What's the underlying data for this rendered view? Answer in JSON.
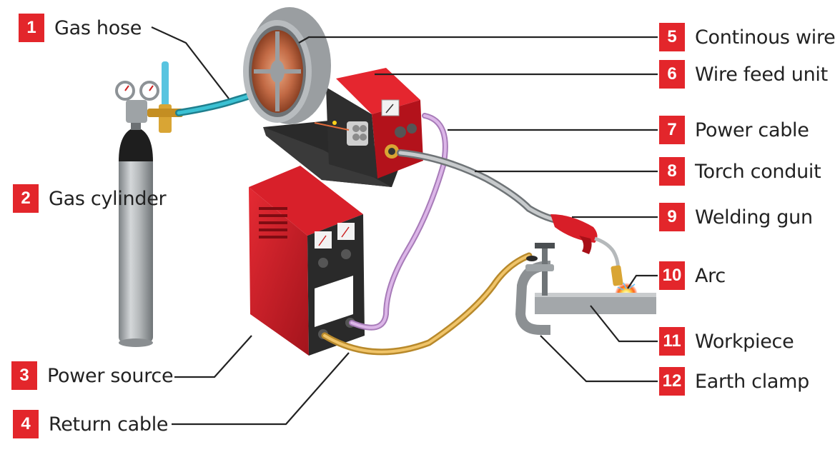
{
  "labels": [
    {
      "num": "1",
      "text": "Gas hose"
    },
    {
      "num": "2",
      "text": "Gas cylinder"
    },
    {
      "num": "3",
      "text": "Power source"
    },
    {
      "num": "4",
      "text": "Return cable"
    },
    {
      "num": "5",
      "text": "Continous wire"
    },
    {
      "num": "6",
      "text": "Wire feed unit"
    },
    {
      "num": "7",
      "text": "Power cable"
    },
    {
      "num": "8",
      "text": "Torch conduit"
    },
    {
      "num": "9",
      "text": "Welding gun"
    },
    {
      "num": "10",
      "text": "Arc"
    },
    {
      "num": "11",
      "text": "Workpiece"
    },
    {
      "num": "12",
      "text": "Earth clamp"
    }
  ],
  "colors": {
    "badge": "#e3262b",
    "machine_red": "#d8202a",
    "hose_teal": "#2aa7b8",
    "power_cable": "#c99ad6",
    "return_cable": "#d9a94a",
    "cylinder": "#a9adb0",
    "wire_copper": "#c8704a"
  }
}
